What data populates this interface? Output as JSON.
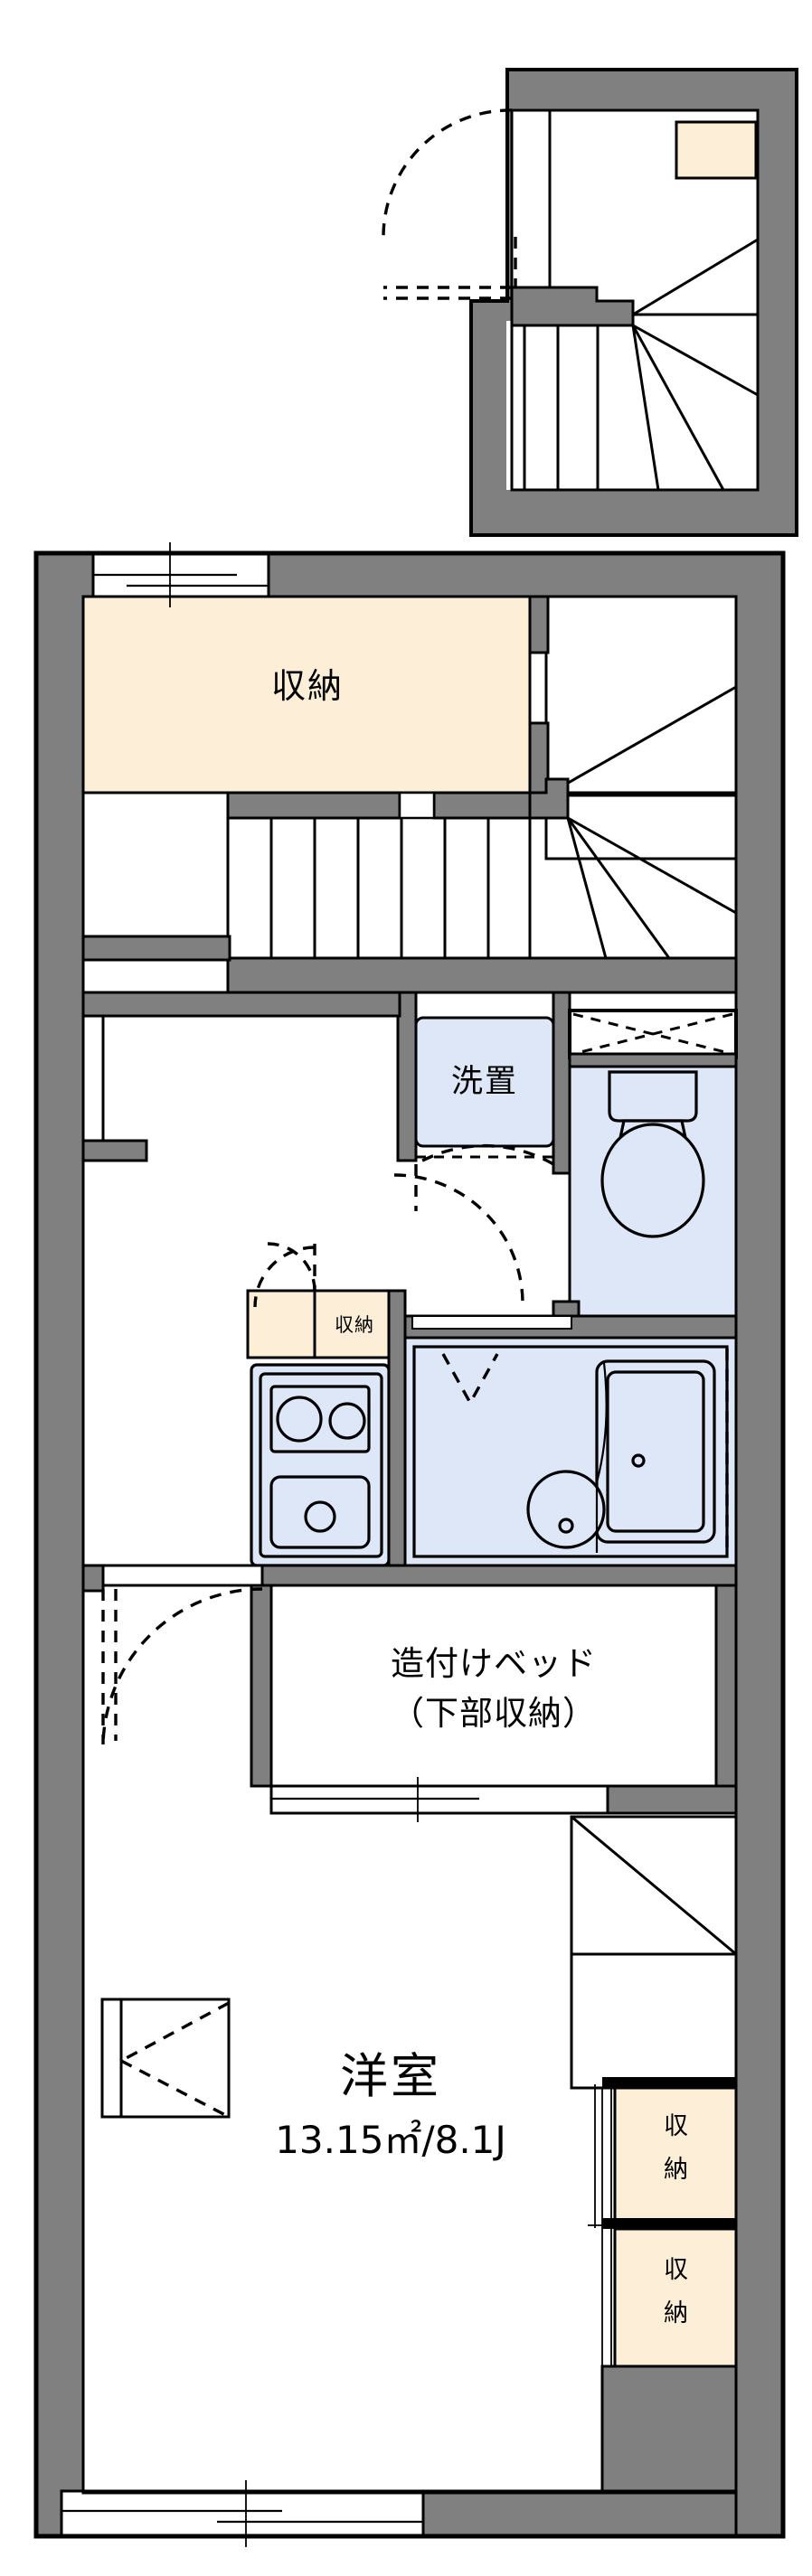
{
  "plan": {
    "type": "japanese-floor-plan",
    "accent_colors": {
      "wall": "#808080",
      "outline": "#000000",
      "storage_fill": "#fdeed7",
      "water_fill": "#dde7f8",
      "room_fill": "#ffffff",
      "background": "#ffffff"
    }
  },
  "rooms": {
    "main_room": {
      "name": "洋室",
      "area": "13.15㎡/8.1J"
    },
    "entry_storage": {
      "label": "収納"
    },
    "upper_storage": {
      "label": "収納"
    },
    "kitchen_storage": {
      "label": "収納"
    },
    "closet_upper": {
      "label": "収納"
    },
    "closet_lower": {
      "label": "収納"
    },
    "laundry": {
      "label": "洗置"
    },
    "built_in_bed": {
      "line1": "造付けベッド",
      "line2": "（下部収納）"
    }
  },
  "fixtures": {
    "toilet": "toilet-fixture",
    "bathtub": "bathtub-fixture",
    "wash_basin": "wash-basin-fixture",
    "kitchen_sink": "kitchen-sink-fixture",
    "stove": "stove-two-burner-fixture",
    "stairs_upper": "staircase-upper",
    "stairs_lower": "staircase-lower",
    "entrance_door": "entrance-door-swing",
    "shoe_box": "shoe-box"
  },
  "openings": {
    "entrance_door": "hinged-door",
    "room_door": "hinged-door",
    "laundry_door": "hinged-door",
    "bath_door": "folding-door",
    "toilet_door": "sliding-door",
    "balcony_window": "sliding-window",
    "storage_window": "sliding-window",
    "closet_doors": "sliding-closet-door"
  }
}
